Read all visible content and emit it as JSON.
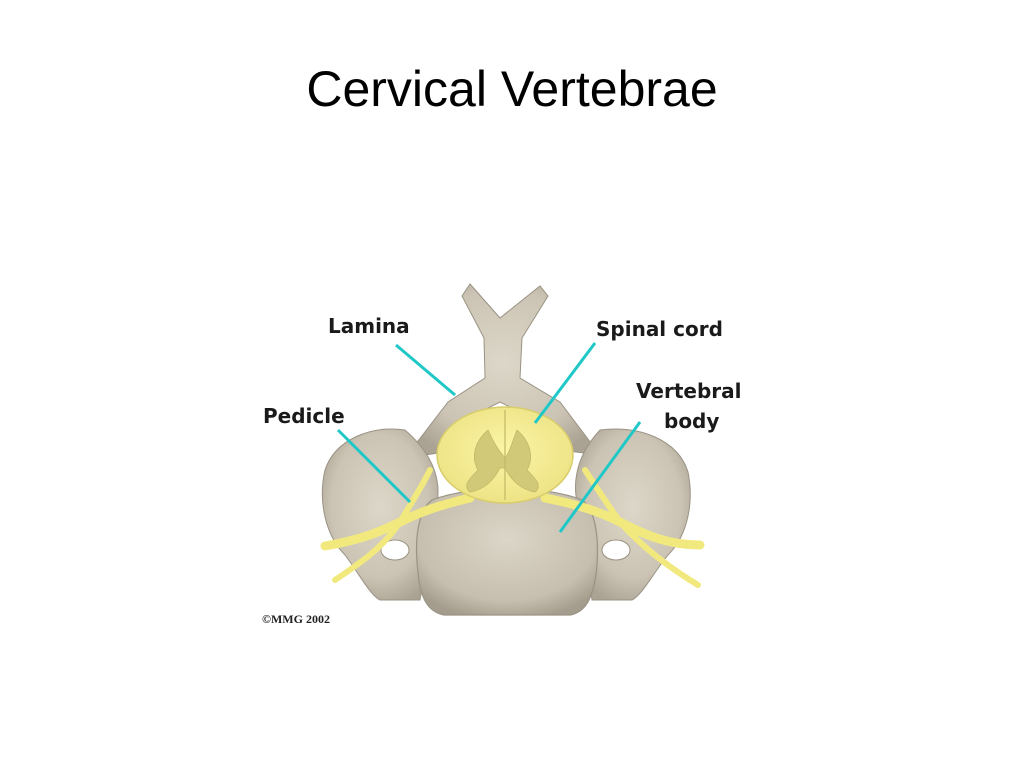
{
  "slide": {
    "title": "Cervical Vertebrae"
  },
  "diagram": {
    "labels": {
      "lamina": "Lamina",
      "spinal_cord": "Spinal cord",
      "pedicle": "Pedicle",
      "vertebral_body_line1": "Vertebral",
      "vertebral_body_line2": "body"
    },
    "copyright": "©MMG 2002",
    "colors": {
      "bone": "#cfc8b8",
      "bone_shadow": "#a9a293",
      "nerve": "#f4ec88",
      "cord_gray_matter": "#c9c27c",
      "leader_line": "#1fc7c7"
    }
  }
}
